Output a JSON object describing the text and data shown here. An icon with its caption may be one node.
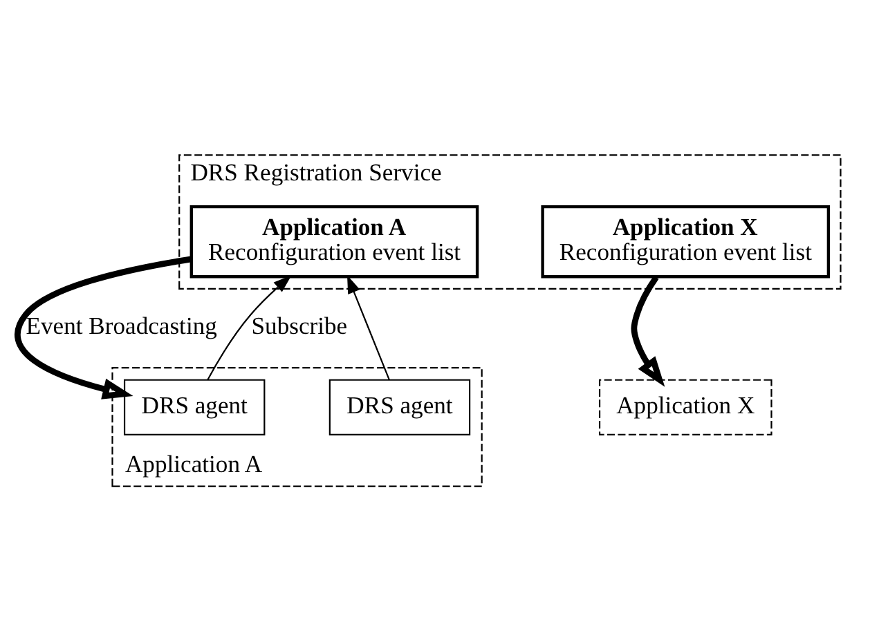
{
  "diagram": {
    "nodes": [
      {
        "text": [
          "DRS Registration Service"
        ]
      },
      {
        "text": [
          "Application A",
          "Reconfiguration event list"
        ],
        "in": 0
      },
      {
        "text": [
          "Application X",
          "Reconfiguration event list"
        ],
        "in": 0
      },
      {
        "text": [
          "Application A"
        ]
      },
      {
        "text": [
          "DRS agent"
        ],
        "in": 3
      },
      {
        "text": [
          "DRS agent"
        ],
        "in": 3
      },
      {
        "text": [
          "Application X"
        ]
      }
    ],
    "edges": [
      {
        "from": 4,
        "to": 1,
        "arrow": "to",
        "label": "Subscribe"
      },
      {
        "from": 5,
        "to": 1,
        "arrow": "to"
      },
      {
        "from": 1,
        "to": 4,
        "arrow": "to",
        "style": "thick",
        "label": "Event Broadcasting"
      },
      {
        "from": 2,
        "to": 6,
        "arrow": "to",
        "style": "thick"
      }
    ]
  }
}
